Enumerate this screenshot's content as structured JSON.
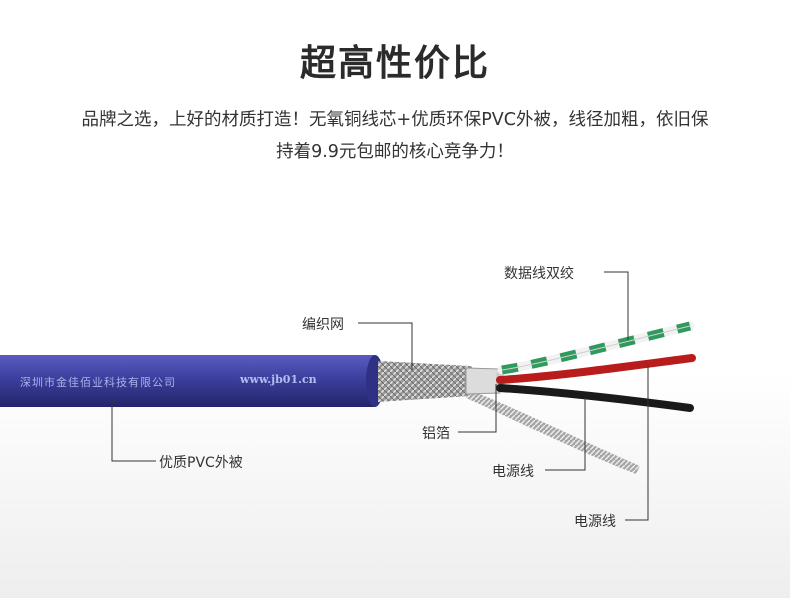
{
  "title": "超高性价比",
  "description_line1": "品牌之选，上好的材质打造！无氧铜线芯+优质环保PVC外被，线径加粗，依旧保",
  "description_line2": "持着9.9元包邮的核心竞争力！",
  "labels": {
    "twisted_pair": "数据线双绞",
    "braid": "编织网",
    "foil": "铝箔",
    "power_wire_1": "电源线",
    "power_wire_2": "电源线",
    "jacket": "优质PVC外被"
  },
  "cable_print": {
    "company": "深圳市金佳佰业科技有限公司",
    "url": "www.jb01.cn"
  },
  "colors": {
    "jacket": "#3d3f9e",
    "wire_green": "#2f9a5e",
    "wire_white": "#f2f2f2",
    "wire_red": "#b81c1c",
    "wire_black": "#1a1a1a",
    "shield": "#b0b0b0"
  }
}
